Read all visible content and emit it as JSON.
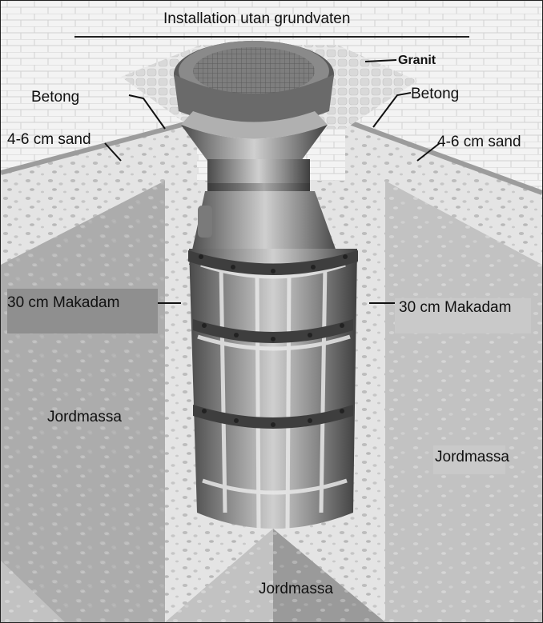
{
  "title": "Installation utan grundvaten",
  "labels": {
    "granit": "Granit",
    "betong_left": "Betong",
    "betong_right": "Betong",
    "sand_left": "4-6 cm sand",
    "sand_right": "4-6 cm sand",
    "makadam_left": "30 cm Makadam",
    "makadam_right": "30 cm Makadam",
    "jordmassa_left": "Jordmassa",
    "jordmassa_right": "Jordmassa",
    "jordmassa_bottom": "Jordmassa"
  },
  "colors": {
    "soil_dark": "#8a8a8a",
    "soil_mid": "#b5b5b5",
    "gravel_light": "#e6e6e6",
    "paving": "#eeeeee",
    "well_body": "#7a7a7a"
  }
}
